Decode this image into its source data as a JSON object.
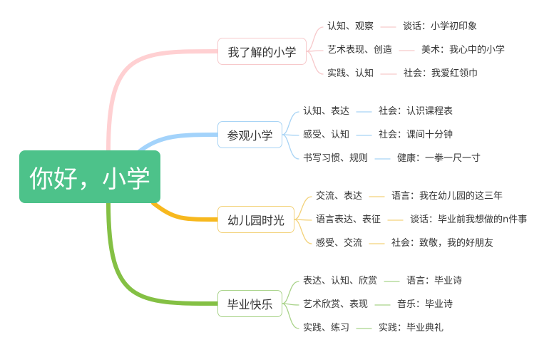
{
  "root": {
    "label": "你好，小学"
  },
  "branches": [
    {
      "label": "我了解的小学",
      "color": "#f7c9cb",
      "line_color": "#ffd0d2",
      "items": [
        {
          "skill": "认知、观察",
          "activity": "谈话：小学初印象"
        },
        {
          "skill": "艺术表现、创造",
          "activity": "美术：我心中的小学"
        },
        {
          "skill": "实践、认知",
          "activity": "社会：我爱红领巾"
        }
      ]
    },
    {
      "label": "参观小学",
      "color": "#a8d4f5",
      "line_color": "#a3d3fb",
      "items": [
        {
          "skill": "认知、表达",
          "activity": "社会：认识课程表"
        },
        {
          "skill": "感受、认知",
          "activity": "社会：课间十分钟"
        },
        {
          "skill": "书写习惯、规则",
          "activity": "健康：一拳一尺一寸"
        }
      ]
    },
    {
      "label": "幼儿园时光",
      "color": "#f3d27a",
      "line_color": "#f7b81e",
      "items": [
        {
          "skill": "交流、表达",
          "activity": "语言：我在幼儿园的这三年"
        },
        {
          "skill": "语言表达、表征",
          "activity": "谈话：毕业前我想做的n件事"
        },
        {
          "skill": "感受、交流",
          "activity": "社会：致敬，我的好朋友"
        }
      ]
    },
    {
      "label": "毕业快乐",
      "color": "#a9d38a",
      "line_color": "#84c044",
      "items": [
        {
          "skill": "表达、认知、欣赏",
          "activity": "语言：毕业诗"
        },
        {
          "skill": "艺术欣赏、表现",
          "activity": "音乐：毕业诗"
        },
        {
          "skill": "实践、练习",
          "activity": "实践：毕业典礼"
        }
      ]
    }
  ]
}
